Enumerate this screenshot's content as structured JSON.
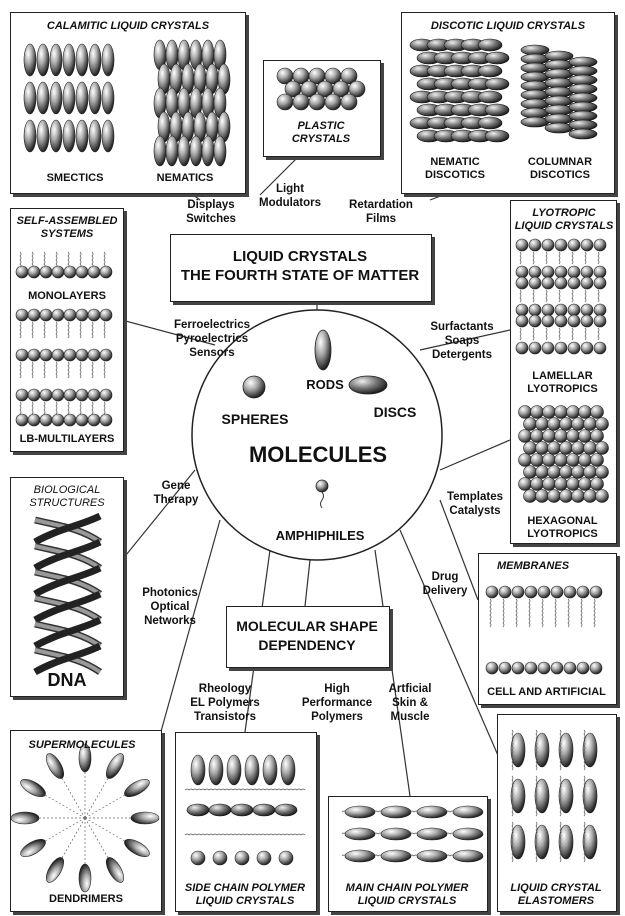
{
  "central": {
    "title": "LIQUID CRYSTALS\nTHE FOURTH STATE OF MATTER",
    "shape_title": "MOLECULAR SHAPE\nDEPENDENCY",
    "molecules": "MOLECULES",
    "rods": "RODS",
    "spheres": "SPHERES",
    "discs": "DISCS",
    "amphiphiles": "AMPHIPHILES"
  },
  "boxes": {
    "calamitic": {
      "title": "CALAMITIC LIQUID CRYSTALS",
      "smectics": "SMECTICS",
      "nematics": "NEMATICS"
    },
    "plastic": {
      "title": "PLASTIC\nCRYSTALS"
    },
    "discotic": {
      "title": "DISCOTIC LIQUID CRYSTALS",
      "nematic": "NEMATIC\nDISCOTICS",
      "columnar": "COLUMNAR\nDISCOTICS"
    },
    "self_assembled": {
      "title": "SELF-ASSEMBLED\nSYSTEMS",
      "monolayers": "MONOLAYERS",
      "lb": "LB-MULTILAYERS"
    },
    "lyotropic": {
      "title": "LYOTROPIC\nLIQUID CRYSTALS",
      "lamellar": "LAMELLAR\nLYOTROPICS",
      "hexagonal": "HEXAGONAL\nLYOTROPICS"
    },
    "biological": {
      "title": "BIOLOGICAL\nSTRUCTURES",
      "dna": "DNA"
    },
    "membranes": {
      "title": "MEMBRANES",
      "caption": "CELL AND ARTIFICIAL"
    },
    "supermolecules": {
      "title": "SUPERMOLECULES",
      "caption": "DENDRIMERS"
    },
    "side_chain": {
      "title": "SIDE CHAIN POLYMER\nLIQUID CRYSTALS"
    },
    "main_chain": {
      "title": "MAIN CHAIN POLYMER\nLIQUID CRYSTALS"
    },
    "elastomers": {
      "title": "LIQUID CRYSTAL\nELASTOMERS"
    }
  },
  "applications": {
    "displays": "Displays\nSwitches",
    "light": "Light\nModulators",
    "retardation": "Retardation\nFilms",
    "ferro": "Ferroelectrics\nPyroelectrics\nSensors",
    "surfactants": "Surfactants\nSoaps\nDetergents",
    "gene": "Gene\nTherapy",
    "templates": "Templates\nCatalysts",
    "photonics": "Photonics\nOptical\nNetworks",
    "drug": "Drug\nDelivery",
    "rheology": "Rheology\nEL Polymers\nTransistors",
    "high_perf": "High\nPerformance\nPolymers",
    "skin": "Artficial\nSkin &\nMuscle"
  }
}
